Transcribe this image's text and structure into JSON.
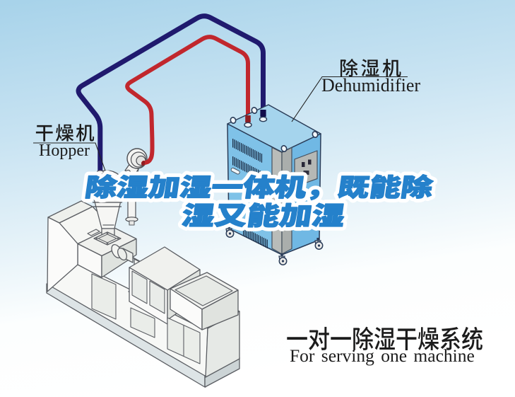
{
  "headline": {
    "line1": "除湿加湿一体机，既能除",
    "line2": "湿又能加湿",
    "text_color": "#2581cb",
    "outline_color": "#ffffff"
  },
  "labels": {
    "hopper": {
      "zh": "干燥机",
      "en": "Hopper"
    },
    "dehumidifier": {
      "zh": "除湿机",
      "en": "Dehumidifier"
    }
  },
  "caption": {
    "zh": "一对一除湿干燥系统",
    "en": "For serving one machine"
  },
  "diagram": {
    "machines": [
      "hopper",
      "dehumidifier",
      "extruder"
    ],
    "pipes": [
      {
        "name": "pipe-supply-air",
        "color": "#c1272d"
      },
      {
        "name": "pipe-return-air",
        "color": "#201a6e"
      }
    ],
    "background_top_color": "#a7d2ea",
    "background_bottom_color": "#ffffff"
  }
}
